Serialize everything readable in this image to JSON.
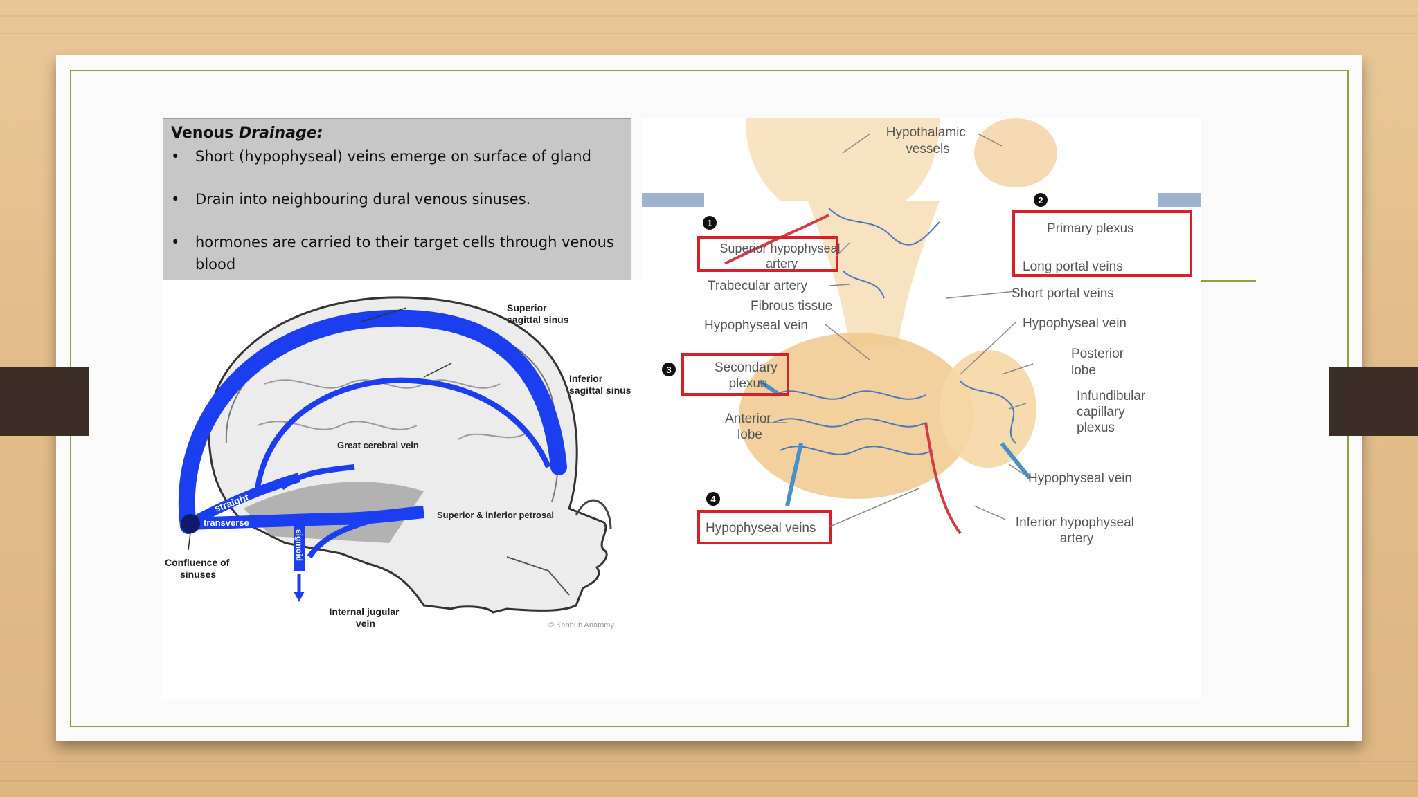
{
  "text_box": {
    "title_plain": "Venous",
    "title_italic": "Drainage:",
    "bullets": [
      "Short (hypophyseal) veins emerge on surface of gland",
      "Drain into neighbouring dural venous sinuses.",
      "hormones are carried to their target cells through venous blood"
    ],
    "bullet_symbol": "•"
  },
  "skull_figure": {
    "labels": {
      "superior_sagittal": [
        "Superior",
        "sagittal sinus"
      ],
      "inferior_sagittal": [
        "Inferior",
        "sagittal sinus"
      ],
      "great_cerebral": "Great cerebral vein",
      "straight": "straight",
      "transverse": "transverse",
      "petrosal": "Superior & inferior petrosal",
      "sigmoid": "sigmoid",
      "confluence": [
        "Confluence of",
        "sinuses"
      ],
      "jugular": [
        "Internal jugular",
        "vein"
      ],
      "watermark": "© Kenhub Anatomy"
    }
  },
  "pituitary_figure": {
    "labels": {
      "hypothalamic": [
        "Hypothalamic",
        "vessels"
      ],
      "superior_hyp_artery": [
        "Superior hypophyseal",
        "artery"
      ],
      "primary_plexus": "Primary plexus",
      "long_portal": "Long portal veins",
      "trabecular": "Trabecular artery",
      "fibrous": "Fibrous tissue",
      "short_portal": "Short portal veins",
      "hyp_vein_left": "Hypophyseal vein",
      "hyp_vein_right": "Hypophyseal vein",
      "posterior_lobe": [
        "Posterior",
        "lobe"
      ],
      "secondary_plexus": [
        "Secondary",
        "plexus"
      ],
      "infundibular": [
        "Infundibular",
        "capillary",
        "plexus"
      ],
      "anterior_lobe": [
        "Anterior",
        "lobe"
      ],
      "hyp_vein_lower": "Hypophyseal vein",
      "hyp_veins": "Hypophyseal veins",
      "inferior_hyp_artery": [
        "Inferior hypophyseal",
        "artery"
      ],
      "markers": [
        "1",
        "2",
        "3",
        "4"
      ]
    }
  },
  "colors": {
    "vein_blue": "#1a3ef0",
    "highlight_red": "#d8202a",
    "frame_green": "#8aa23a",
    "textbox_gray": "#c7c7c7"
  }
}
